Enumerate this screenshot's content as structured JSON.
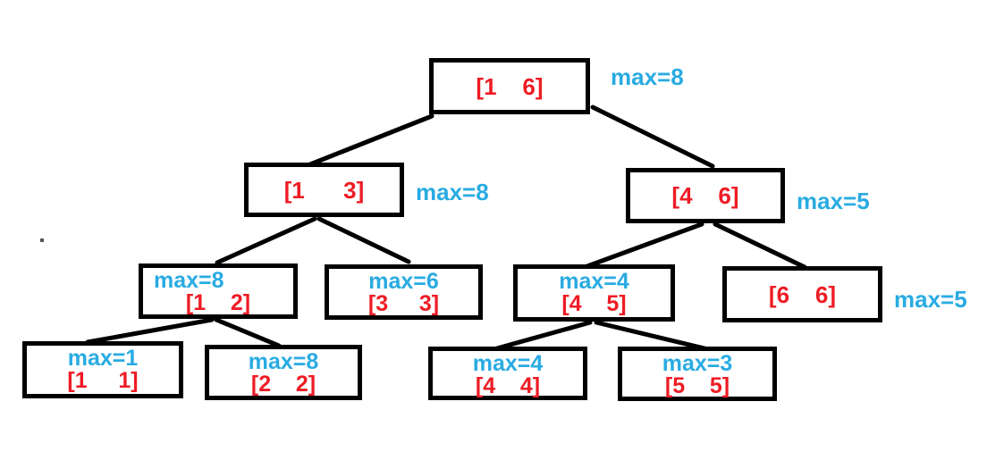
{
  "colors": {
    "interval_text": "#ee1c25",
    "max_text": "#29abe2",
    "stroke": "#000000",
    "background": "#ffffff"
  },
  "nodes": [
    {
      "id": "range-1-6",
      "interval": "[1    6]",
      "max": "max=8",
      "max_placement": "outside-right"
    },
    {
      "id": "range-1-3",
      "interval": "[1      3]",
      "max": "max=8",
      "max_placement": "outside-right"
    },
    {
      "id": "range-4-6",
      "interval": "[4    6]",
      "max": "max=5",
      "max_placement": "outside-right"
    },
    {
      "id": "range-1-2",
      "interval": "[1    2]",
      "max": "max=8",
      "max_placement": "inside-top"
    },
    {
      "id": "range-3-3",
      "interval": "[3     3]",
      "max": "max=6",
      "max_placement": "inside-top"
    },
    {
      "id": "range-4-5",
      "interval": "[4    5]",
      "max": "max=4",
      "max_placement": "inside-top"
    },
    {
      "id": "range-6-6",
      "interval": "[6    6]",
      "max": "max=5",
      "max_placement": "outside-right"
    },
    {
      "id": "range-1-1",
      "interval": "[1     1]",
      "max": "max=1",
      "max_placement": "inside-top"
    },
    {
      "id": "range-2-2",
      "interval": "[2    2]",
      "max": "max=8",
      "max_placement": "inside-top"
    },
    {
      "id": "range-4-4",
      "interval": "[4    4]",
      "max": "max=4",
      "max_placement": "inside-top"
    },
    {
      "id": "range-5-5",
      "interval": "[5    5]",
      "max": "max=3",
      "max_placement": "inside-top"
    }
  ],
  "edges": [
    {
      "from": "range-1-6",
      "to": "range-1-3"
    },
    {
      "from": "range-1-6",
      "to": "range-4-6"
    },
    {
      "from": "range-1-3",
      "to": "range-1-2"
    },
    {
      "from": "range-1-3",
      "to": "range-3-3"
    },
    {
      "from": "range-4-6",
      "to": "range-4-5"
    },
    {
      "from": "range-4-6",
      "to": "range-6-6"
    },
    {
      "from": "range-1-2",
      "to": "range-1-1"
    },
    {
      "from": "range-1-2",
      "to": "range-2-2"
    },
    {
      "from": "range-4-5",
      "to": "range-4-4"
    },
    {
      "from": "range-4-5",
      "to": "range-5-5"
    }
  ]
}
